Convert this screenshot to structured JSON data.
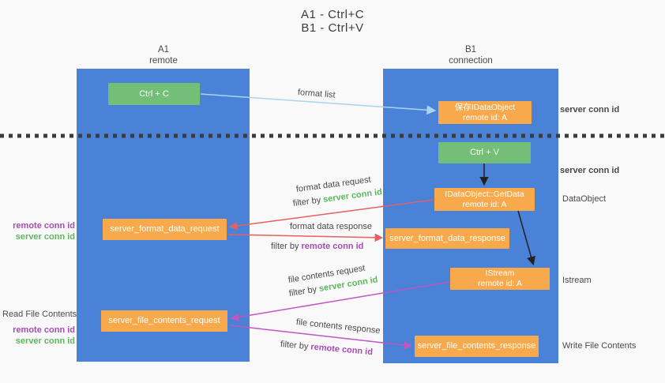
{
  "title": {
    "line1": "A1 - Ctrl+C",
    "line2": "B1 - Ctrl+V"
  },
  "columns": {
    "left": {
      "name": "A1",
      "subtitle": "remote"
    },
    "right": {
      "name": "B1",
      "subtitle": "connection"
    }
  },
  "nodes": {
    "ctrl_c": "Ctrl + C",
    "ctrl_v": "Ctrl + V",
    "save_dataobject": {
      "line1": "保存IDataObject",
      "line2": "remote id: A"
    },
    "getdata": {
      "line1": "IDataObject::GetData",
      "line2": "remote id: A"
    },
    "istream": {
      "line1": "IStream",
      "line2": "remote id: A"
    },
    "format_request": "server_format_data_request",
    "format_response": "server_format_data_response",
    "file_request": "server_file_contents_request",
    "file_response": "server_file_contents_response"
  },
  "edge_labels": {
    "format_list": "format list",
    "format_data_request": "format data request",
    "format_data_response": "format data response",
    "file_contents_request": "file contents request",
    "file_contents_response": "file contents response",
    "filter_by": "filter by ",
    "server_conn_id": "server conn id",
    "remote_conn_id": "remote conn id"
  },
  "side_labels": {
    "server_conn_id_top": "server conn id",
    "server_conn_id_mid": "server conn id",
    "dataobject": "DataObject",
    "istream": "Istream",
    "write_file_contents": "Write File Contents",
    "read_file_contents": "Read File Contents",
    "remote_conn_id": "remote conn id",
    "server_conn_id": "server conn id"
  },
  "colors": {
    "column_blue": "#4a82d8",
    "node_green": "#74bf77",
    "node_orange": "#f7a94b",
    "arrow_red": "#e36161",
    "arrow_purple": "#c355c3",
    "arrow_light_blue": "#a9d5f2",
    "arrow_black": "#222222",
    "label_green": "#5cb85c",
    "label_purple": "#a64cb5",
    "background": "#f9f9f9"
  }
}
